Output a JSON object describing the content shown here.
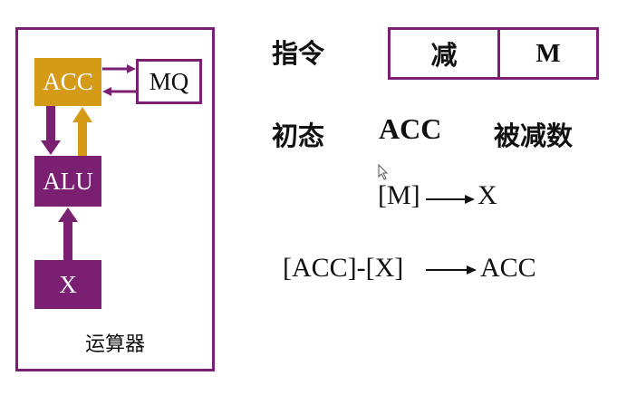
{
  "alu_unit": {
    "caption": "运算器",
    "blocks": {
      "acc": "ACC",
      "mq": "MQ",
      "alu": "ALU",
      "x": "X"
    },
    "colors": {
      "frame": "#7b1f73",
      "acc": "#d59b16",
      "alu": "#7b1f73",
      "x": "#7b1f73"
    }
  },
  "instruction": {
    "label": "指令",
    "opcode": "减",
    "address": "M"
  },
  "initial_state": {
    "label": "初态",
    "register": "ACC",
    "value": "被减数"
  },
  "steps": [
    {
      "from": "[M]",
      "to": "X"
    },
    {
      "from": "[ACC]-[X]",
      "to": "ACC"
    }
  ]
}
